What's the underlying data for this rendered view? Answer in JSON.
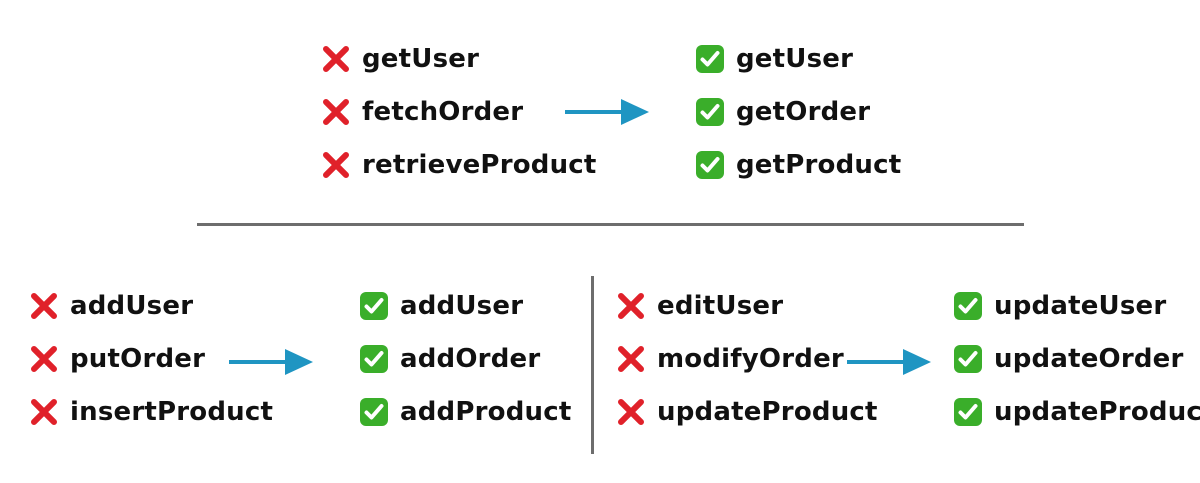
{
  "groups": [
    {
      "bad": [
        "getUser",
        "fetchOrder",
        "retrieveProduct"
      ],
      "good": [
        "getUser",
        "getOrder",
        "getProduct"
      ]
    },
    {
      "bad": [
        "addUser",
        "putOrder",
        "insertProduct"
      ],
      "good": [
        "addUser",
        "addOrder",
        "addProduct"
      ]
    },
    {
      "bad": [
        "editUser",
        "modifyOrder",
        "updateProduct"
      ],
      "good": [
        "updateUser",
        "updateOrder",
        "updateProduct"
      ]
    }
  ],
  "icons": {
    "bad": "cross-mark-icon",
    "good": "check-mark-button-icon"
  },
  "colors": {
    "cross": "#e0212a",
    "check": "#3aae2a",
    "arrow": "#1f95c2",
    "divider": "#6d6d6d"
  }
}
